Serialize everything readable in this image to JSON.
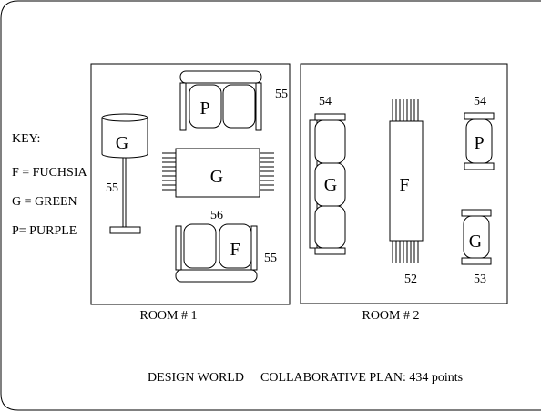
{
  "key": {
    "heading": "KEY:",
    "items": [
      "F = FUCHSIA",
      "G = GREEN",
      "P= PURPLE"
    ]
  },
  "room1": {
    "label": "ROOM # 1",
    "lamp": {
      "letter": "G",
      "value": "55"
    },
    "top_sofa": {
      "letter": "P",
      "value": "55"
    },
    "rug": {
      "letter": "G",
      "value": "56"
    },
    "bottom_sofa": {
      "letter": "F",
      "value": "55"
    }
  },
  "room2": {
    "label": "ROOM # 2",
    "sofa": {
      "letter": "G",
      "value": "54"
    },
    "rug": {
      "letter": "F",
      "value": "52"
    },
    "chair_top": {
      "letter": "P",
      "value": "54"
    },
    "chair_bottom": {
      "letter": "G",
      "value": "53"
    }
  },
  "footer": {
    "brand": "DESIGN WORLD",
    "plan": "COLLABORATIVE PLAN: 434 points"
  }
}
